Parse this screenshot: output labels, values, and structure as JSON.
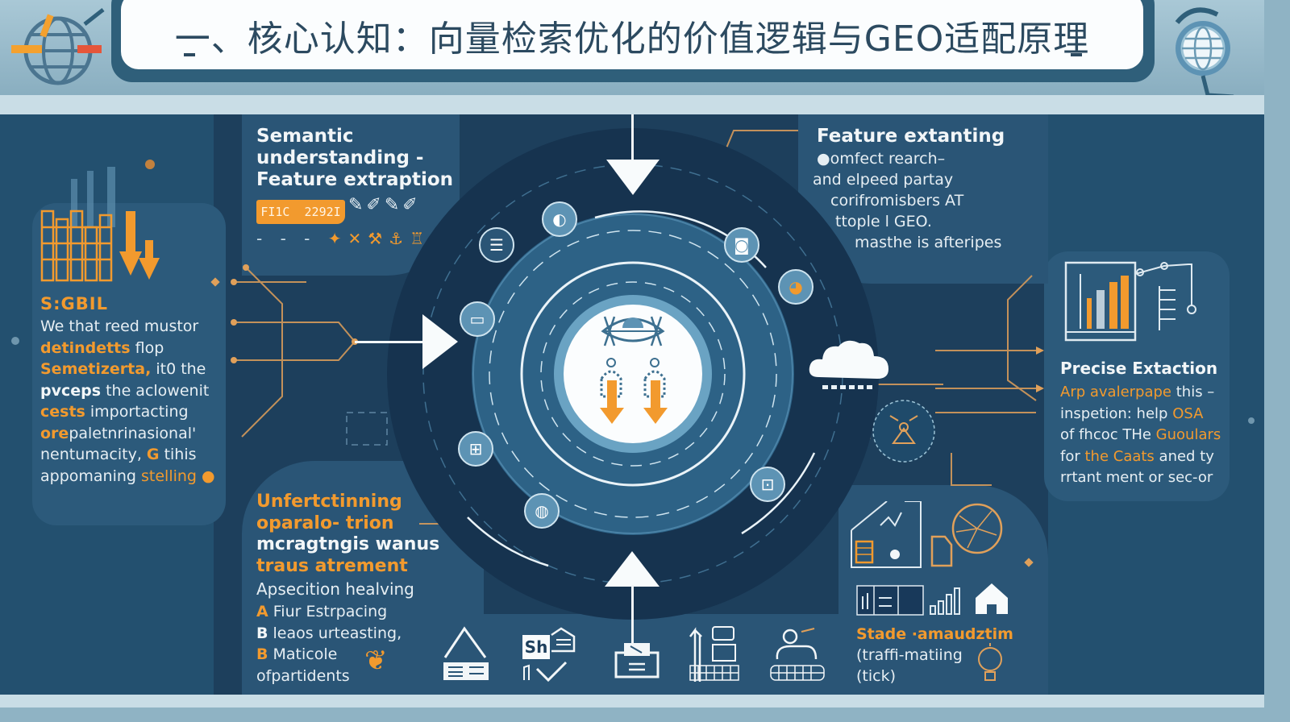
{
  "header": {
    "title": "一、核心认知：向量检索优化的价值逻辑与GEO适配原理",
    "left_icon": "globe-icon",
    "right_icon": "globe-icon"
  },
  "left_panel": {
    "heading": "S:GBIL",
    "lines": [
      {
        "accent": "",
        "text": "We that reed mustor"
      },
      {
        "accent": "detindetts",
        "text": " flop"
      },
      {
        "accent": "Semetizerta,",
        "text": " it0 the"
      },
      {
        "accent": "pvceps",
        "text": " the aclowenit"
      },
      {
        "accent": "cests",
        "text": " importacting"
      },
      {
        "accent": "ore",
        "text": "paletnrinasional'"
      },
      {
        "accent": "",
        "text": "nentumacity, ",
        "accent2": "G",
        "tail": " tihis"
      },
      {
        "accent": "",
        "text": "appomaning ",
        "accent2": "stelling",
        "tail": " ●"
      }
    ],
    "icon": "bar-chart-down-arrow-icon"
  },
  "top_left_block": {
    "heading_lines": [
      "Semantic",
      "understanding -",
      "Feature extraption"
    ],
    "badge_text": "FI1C  2292I",
    "icon": "signature-glyphs-icon"
  },
  "top_right_block": {
    "heading": "Feature extanting",
    "lines": [
      "●omfect rearch–",
      "and elpeed partay",
      "corifromisbers AT",
      "ttople l GEO.",
      "masthe is afteripes"
    ]
  },
  "right_panel": {
    "heading": "Precise Extaction",
    "lines": [
      {
        "accent": "Arp avalerpape",
        "text": " this –"
      },
      {
        "accent": "",
        "text": "inspetion: help ",
        "accent2": "OSA"
      },
      {
        "accent": "",
        "text": "of fhcoc THe ",
        "accent2": "Guoulars"
      },
      {
        "accent": "",
        "text": "for ",
        "accent2": "the Caats",
        "tail": " aned ty"
      },
      {
        "accent": "",
        "text": "rrtant ment or sec-or"
      }
    ],
    "icon": "dashboard-chart-icon"
  },
  "bottom_left_block": {
    "heading_lines": [
      {
        "text": "Unfertctinning",
        "color": "orange"
      },
      {
        "text": "oparalo- trion",
        "color": "orange"
      },
      {
        "text": "mcragtngis wanus",
        "color": "white"
      },
      {
        "text": "traus atrement",
        "color": "orange"
      }
    ],
    "subtitle": "Apsecition healving",
    "items": [
      {
        "marker": "A",
        "text": " Fiur Estrpacing"
      },
      {
        "marker": "B",
        "text": " leaos urteasting,"
      },
      {
        "marker": "B",
        "text": " Maticole"
      },
      {
        "marker": "",
        "text": "ofpartidents"
      }
    ]
  },
  "bottom_right_block": {
    "heading": "Stade ·amaudztim",
    "lines": [
      "(traffi-matiing",
      "(tick)"
    ],
    "icons": [
      "analytics-board-icon",
      "radar-dial-icon",
      "data-table-icon",
      "signal-bars-icon",
      "home-icon"
    ]
  },
  "center": {
    "core_icons": [
      "eye-icon",
      "down-arrow-figure-icon",
      "down-arrow-figure-icon"
    ],
    "orbit_icons": [
      "globe-icon",
      "document-list-icon",
      "camera-icon",
      "chat-bubble-icon",
      "pie-chart-icon",
      "shield-grid-icon",
      "lightbulb-icon",
      "shopping-cart-icon"
    ],
    "arrows": [
      "arrow-down-top",
      "arrow-right-left",
      "arrow-up-bottom"
    ],
    "cloud_icon": "cloud-icon",
    "network_globe_icon": "network-globe-icon"
  },
  "bottom_icons": [
    "mountain-document-icon",
    "sh-share-icon",
    "inbox-tray-icon",
    "upload-keyboard-icon",
    "robot-keyboard-icon"
  ],
  "bottom_sh_label": "Sh",
  "colors": {
    "navy": "#1d3f5c",
    "panel": "#2a5576",
    "accent_orange": "#f29a2e",
    "title_text": "#2c4a60",
    "light_blue": "#5d93b4"
  }
}
